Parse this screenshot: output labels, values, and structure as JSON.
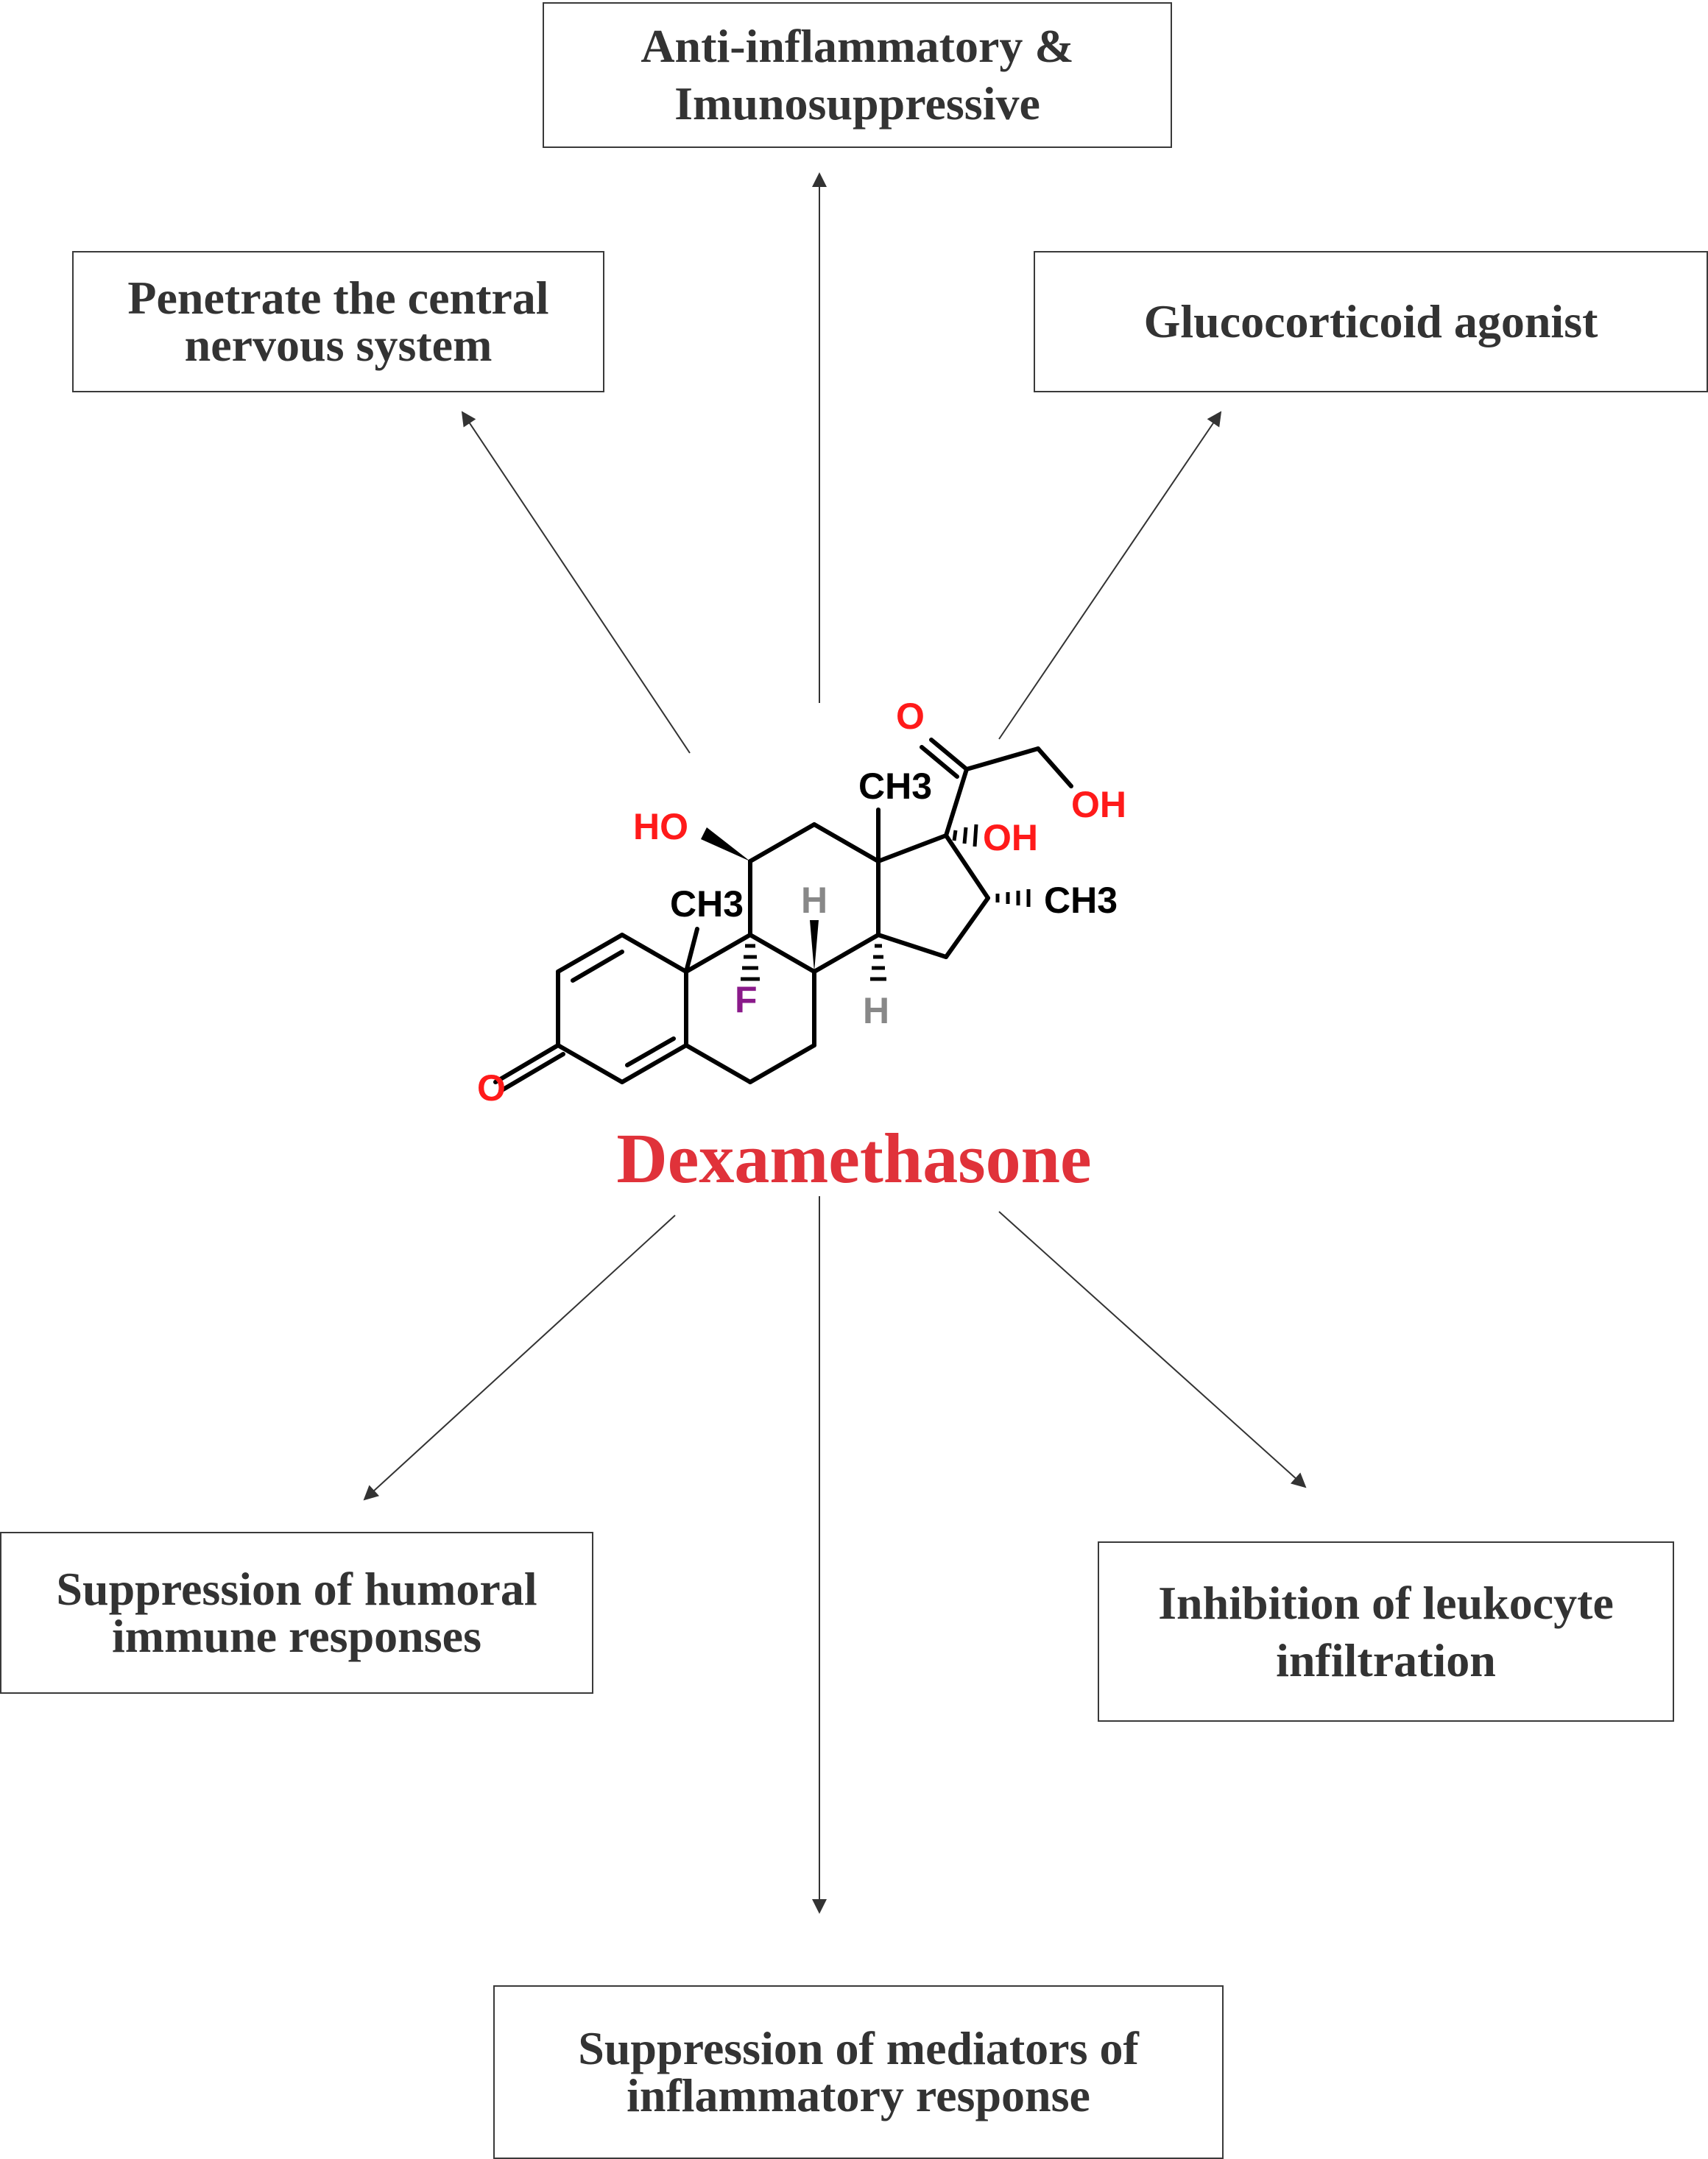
{
  "center_label": "Dexamethasone",
  "nodes": {
    "top": [
      "Anti-inflammatory &",
      "Imunosuppressive"
    ],
    "top_left": [
      "Penetrate the central",
      "nervous system"
    ],
    "top_right": [
      "Glucocorticoid agonist"
    ],
    "bottom_left": [
      "Suppression of humoral",
      "immune responses"
    ],
    "bottom_right": [
      "Inhibition of leukocyte",
      "infiltration"
    ],
    "bottom": [
      "Suppression of mediators of",
      "inflammatory response"
    ]
  },
  "molecule_labels": {
    "ketone_o": "O",
    "side_o": "O",
    "oh_terminal": "OH",
    "oh_17": "OH",
    "ho_11": "HO",
    "ch3_13": "CH3",
    "ch3_10": "CH3",
    "ch3_16": "CH3",
    "f_9": "F",
    "h_8": "H",
    "h_14": "H"
  },
  "colors": {
    "accent": "#e0323a",
    "heteroatom": "#ff1a1a",
    "fluorine": "#8a1a8a",
    "hydrogen": "#888888",
    "text": "#333333",
    "border": "#3a3a3a"
  }
}
